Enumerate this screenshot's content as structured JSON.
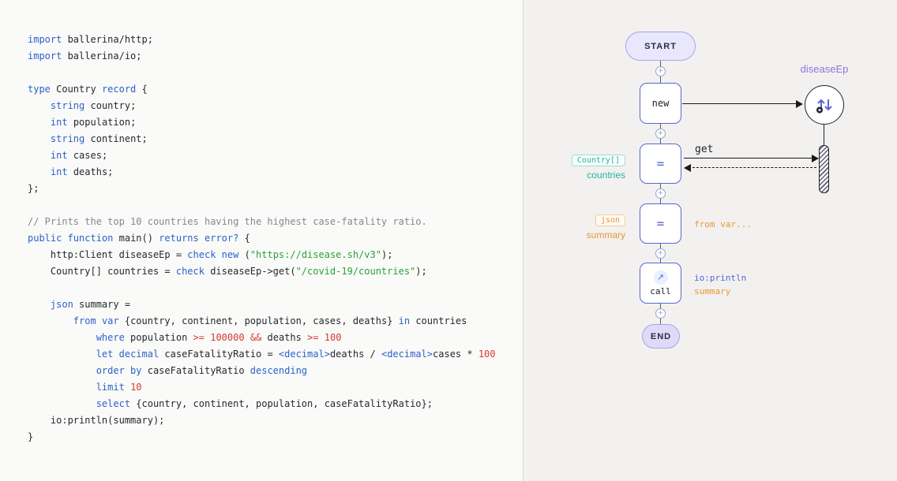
{
  "code": {
    "lines": [
      [
        [
          "kw",
          "import"
        ],
        [
          "pl",
          " ballerina/http;"
        ]
      ],
      [
        [
          "kw",
          "import"
        ],
        [
          "pl",
          " ballerina/io;"
        ]
      ],
      [],
      [
        [
          "kw",
          "type"
        ],
        [
          "pl",
          " Country "
        ],
        [
          "kw",
          "record"
        ],
        [
          "pl",
          " {"
        ]
      ],
      [
        [
          "pl",
          "    "
        ],
        [
          "kw",
          "string"
        ],
        [
          "pl",
          " country;"
        ]
      ],
      [
        [
          "pl",
          "    "
        ],
        [
          "kw",
          "int"
        ],
        [
          "pl",
          " population;"
        ]
      ],
      [
        [
          "pl",
          "    "
        ],
        [
          "kw",
          "string"
        ],
        [
          "pl",
          " continent;"
        ]
      ],
      [
        [
          "pl",
          "    "
        ],
        [
          "kw",
          "int"
        ],
        [
          "pl",
          " cases;"
        ]
      ],
      [
        [
          "pl",
          "    "
        ],
        [
          "kw",
          "int"
        ],
        [
          "pl",
          " deaths;"
        ]
      ],
      [
        [
          "pl",
          "};"
        ]
      ],
      [],
      [
        [
          "cm",
          "// Prints the top 10 countries having the highest case-fatality ratio."
        ]
      ],
      [
        [
          "kw",
          "public"
        ],
        [
          "pl",
          " "
        ],
        [
          "kw",
          "function"
        ],
        [
          "pl",
          " main() "
        ],
        [
          "kw",
          "returns"
        ],
        [
          "pl",
          " "
        ],
        [
          "kw",
          "error?"
        ],
        [
          "pl",
          " {"
        ]
      ],
      [
        [
          "pl",
          "    http:Client diseaseEp = "
        ],
        [
          "kw",
          "check"
        ],
        [
          "pl",
          " "
        ],
        [
          "kw",
          "new"
        ],
        [
          "pl",
          " ("
        ],
        [
          "str",
          "\"https://disease.sh/v3\""
        ],
        [
          "pl",
          ");"
        ]
      ],
      [
        [
          "pl",
          "    Country[] countries = "
        ],
        [
          "kw",
          "check"
        ],
        [
          "pl",
          " diseaseEp->get("
        ],
        [
          "str",
          "\"/covid-19/countries\""
        ],
        [
          "pl",
          ");"
        ]
      ],
      [],
      [
        [
          "pl",
          "    "
        ],
        [
          "kw",
          "json"
        ],
        [
          "pl",
          " summary ="
        ]
      ],
      [
        [
          "pl",
          "        "
        ],
        [
          "kw",
          "from"
        ],
        [
          "pl",
          " "
        ],
        [
          "kw",
          "var"
        ],
        [
          "pl",
          " {country, continent, population, cases, deaths} "
        ],
        [
          "kw",
          "in"
        ],
        [
          "pl",
          " countries"
        ]
      ],
      [
        [
          "pl",
          "            "
        ],
        [
          "kw",
          "where"
        ],
        [
          "pl",
          " population "
        ],
        [
          "op",
          ">="
        ],
        [
          "pl",
          " "
        ],
        [
          "num",
          "100000"
        ],
        [
          "pl",
          " "
        ],
        [
          "op",
          "&&"
        ],
        [
          "pl",
          " deaths "
        ],
        [
          "op",
          ">="
        ],
        [
          "pl",
          " "
        ],
        [
          "num",
          "100"
        ]
      ],
      [
        [
          "pl",
          "            "
        ],
        [
          "kw",
          "let"
        ],
        [
          "pl",
          " "
        ],
        [
          "kw",
          "decimal"
        ],
        [
          "pl",
          " caseFatalityRatio = "
        ],
        [
          "kw",
          "<decimal>"
        ],
        [
          "pl",
          "deaths / "
        ],
        [
          "kw",
          "<decimal>"
        ],
        [
          "pl",
          "cases * "
        ],
        [
          "num",
          "100"
        ]
      ],
      [
        [
          "pl",
          "            "
        ],
        [
          "kw",
          "order by"
        ],
        [
          "pl",
          " caseFatalityRatio "
        ],
        [
          "kw",
          "descending"
        ]
      ],
      [
        [
          "pl",
          "            "
        ],
        [
          "kw",
          "limit"
        ],
        [
          "pl",
          " "
        ],
        [
          "num",
          "10"
        ]
      ],
      [
        [
          "pl",
          "            "
        ],
        [
          "kw",
          "select"
        ],
        [
          "pl",
          " {country, continent, population, caseFatalityRatio};"
        ]
      ],
      [
        [
          "pl",
          "    io:println(summary);"
        ]
      ],
      [
        [
          "pl",
          "}"
        ]
      ]
    ]
  },
  "diagram": {
    "start": "START",
    "end": "END",
    "plus": "+",
    "new_node": "new",
    "assign_symbol": "=",
    "call_node": "call",
    "call_icon": "↗",
    "endpoint_name": "diseaseEp",
    "action_label": "get",
    "countries_type": "Country[]",
    "countries_name": "countries",
    "summary_type": "json",
    "summary_name": "summary",
    "from_expr": "from var...",
    "call_method": "io:println",
    "call_arg": "summary"
  }
}
